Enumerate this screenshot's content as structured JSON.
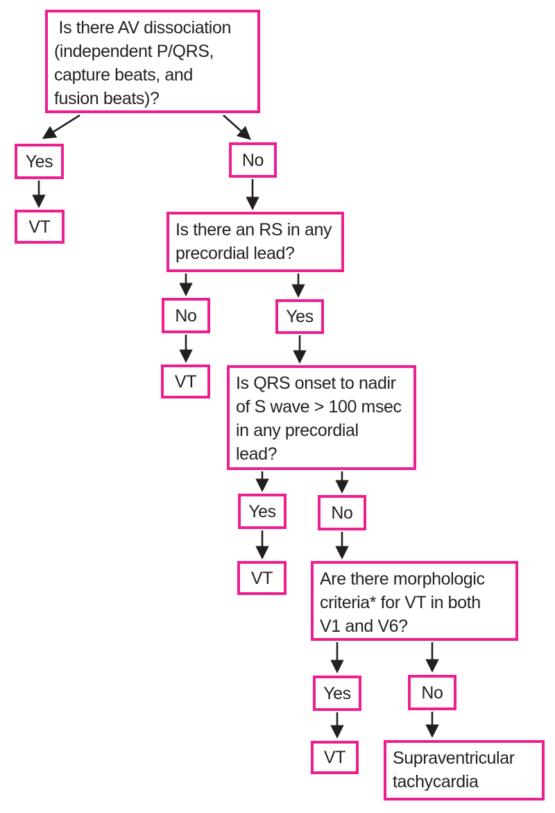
{
  "title": "Ventricular tachycardia decision flowchart",
  "colors": {
    "box_border": "#ed1e8f",
    "text": "#231f20",
    "arrow": "#231f20",
    "background": "#ffffff"
  },
  "nodes": {
    "q1": {
      "text": " Is there AV dissociation\n(independent P/QRS,\ncapture beats, and\nfusion beats)?"
    },
    "yes1": {
      "text": "Yes"
    },
    "vt1": {
      "text": "VT"
    },
    "no1": {
      "text": "No"
    },
    "q2": {
      "text": "Is there an RS in any\nprecordial lead?"
    },
    "no2": {
      "text": "No"
    },
    "yes2": {
      "text": "Yes"
    },
    "vt2": {
      "text": "VT"
    },
    "q3": {
      "text": "Is QRS onset to nadir\nof S wave > 100 msec\nin any precordial\nlead?"
    },
    "yes3": {
      "text": "Yes"
    },
    "no3": {
      "text": "No"
    },
    "vt3": {
      "text": "VT"
    },
    "q4": {
      "text": "Are there morphologic\ncriteria* for VT in both\nV1 and V6?"
    },
    "yes4": {
      "text": "Yes"
    },
    "no4": {
      "text": "No"
    },
    "vt4": {
      "text": "VT"
    },
    "svt": {
      "text": "Supraventricular\ntachycardia"
    }
  },
  "edges": [
    {
      "from": "q1",
      "to": "yes1"
    },
    {
      "from": "q1",
      "to": "no1"
    },
    {
      "from": "yes1",
      "to": "vt1"
    },
    {
      "from": "no1",
      "to": "q2"
    },
    {
      "from": "q2",
      "to": "no2"
    },
    {
      "from": "q2",
      "to": "yes2"
    },
    {
      "from": "no2",
      "to": "vt2"
    },
    {
      "from": "yes2",
      "to": "q3"
    },
    {
      "from": "q3",
      "to": "yes3"
    },
    {
      "from": "q3",
      "to": "no3"
    },
    {
      "from": "yes3",
      "to": "vt3"
    },
    {
      "from": "no3",
      "to": "q4"
    },
    {
      "from": "q4",
      "to": "yes4"
    },
    {
      "from": "q4",
      "to": "no4"
    },
    {
      "from": "yes4",
      "to": "vt4"
    },
    {
      "from": "no4",
      "to": "svt"
    }
  ]
}
